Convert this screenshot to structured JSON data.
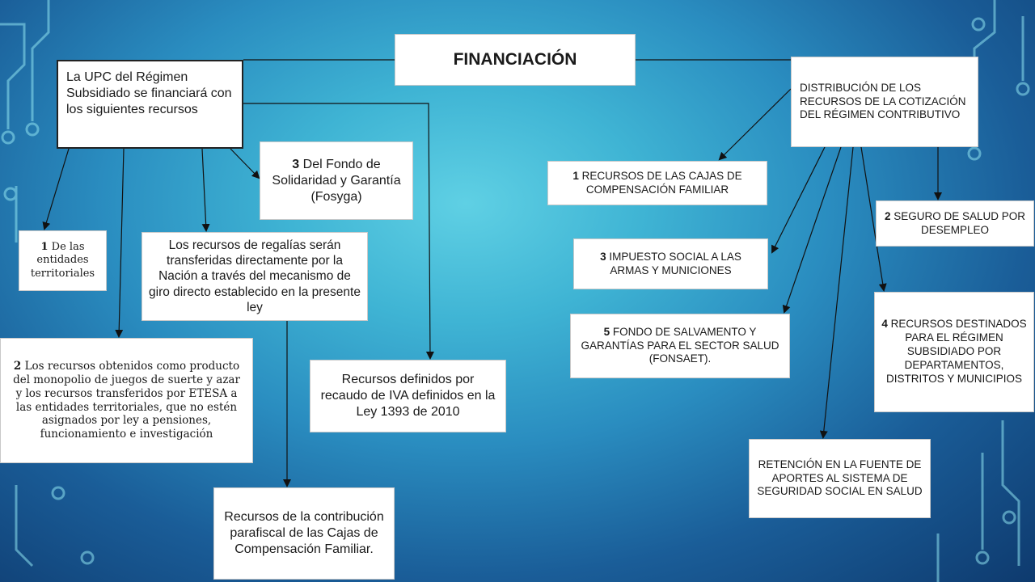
{
  "title": "FINANCIACIÓN",
  "left": {
    "header": "La UPC del Régimen Subsidiado se financiará con los siguientes recursos",
    "items": {
      "entidades": {
        "num": "1",
        "text": " De las entidades territoriales"
      },
      "suerte": {
        "num": "2",
        "text": " Los recursos obtenidos como producto del monopolio de juegos de suerte y azar y los recursos transferidos por ETESA a las entidades territoriales, que no estén asignados por ley a pensiones, funcionamiento e investigación"
      },
      "fosyga": {
        "num": "3",
        "text": " Del Fondo de Solidaridad y Garantía (Fosyga)"
      },
      "regalias": "Los recursos de regalías serán transferidas directamente por la Nación a través del mecanismo de giro directo establecido en la presente ley",
      "iva": "Recursos definidos por recaudo de IVA definidos en la Ley 1393 de 2010",
      "parafiscal": "Recursos de la contribución parafiscal de las Cajas de Compensación Familiar."
    }
  },
  "right": {
    "header": "DISTRIBUCIÓN DE LOS RECURSOS DE LA COTIZACIÓN DEL RÉGIMEN CONTRIBUTIVO",
    "items": {
      "cajas": {
        "num": "1",
        "text": " RECURSOS DE LAS CAJAS DE COMPENSACIÓN FAMILIAR"
      },
      "seguro": {
        "num": "2",
        "text": " SEGURO DE SALUD POR DESEMPLEO"
      },
      "armas": {
        "num": "3",
        "text": " IMPUESTO SOCIAL A LAS ARMAS Y MUNICIONES"
      },
      "deptos": {
        "num": "4",
        "text": " RECURSOS DESTINADOS PARA EL RÉGIMEN SUBSIDIADO POR DEPARTAMENTOS, DISTRITOS Y MUNICIPIOS"
      },
      "fonsaet": {
        "num": "5",
        "text": " FONDO DE SALVAMENTO Y GARANTÍAS PARA EL SECTOR SALUD (FONSAET)."
      },
      "retencion": "RETENCIÓN EN LA FUENTE DE APORTES AL SISTEMA DE SEGURIDAD SOCIAL EN SALUD"
    }
  },
  "colors": {
    "background_light": "#5fd0e4",
    "background_dark": "#0e3a6e",
    "box": "#ffffff",
    "line": "#111111"
  }
}
